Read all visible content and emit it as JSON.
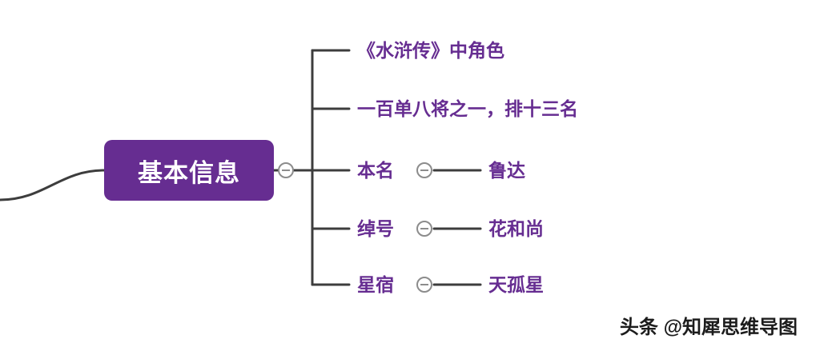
{
  "root": {
    "label": "基本信息"
  },
  "children": [
    {
      "label": "《水浒传》中角色"
    },
    {
      "label": "一百单八将之一，排十三名"
    },
    {
      "label": "本名",
      "value": "鲁达"
    },
    {
      "label": "绰号",
      "value": "花和尚"
    },
    {
      "label": "星宿",
      "value": "天孤星"
    }
  ],
  "watermark": "头条 @知犀思维导图",
  "colors": {
    "accent_purple": "#662d91",
    "line_gray": "#3d3d3d",
    "collapse_gray": "#8c8c8c",
    "node_text": "#ffffff"
  }
}
